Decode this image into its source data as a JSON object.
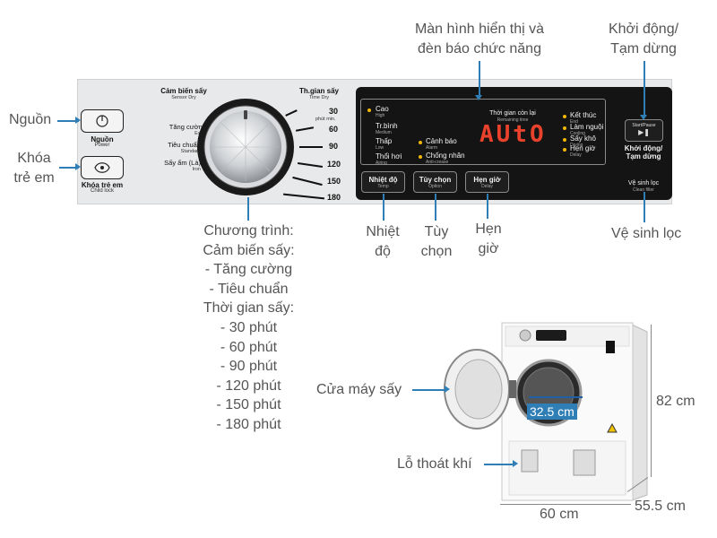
{
  "callouts": {
    "power": "Nguồn",
    "child_lock": [
      "Khóa",
      "trẻ em"
    ],
    "display": [
      "Màn hình hiển thị và",
      "đèn báo chức năng"
    ],
    "start_pause": [
      "Khởi động/",
      "Tạm dừng"
    ],
    "filter_clean": "Vệ sinh lọc",
    "temperature": [
      "Nhiệt",
      "độ"
    ],
    "option": [
      "Tùy",
      "chọn"
    ],
    "delay": [
      "Hẹn",
      "giờ"
    ],
    "program": [
      "Chương trình:",
      "Cảm biến sấy:",
      "- Tăng cường",
      "- Tiêu chuẩn",
      "Thời gian sấy:",
      "- 30 phút",
      "- 60 phút",
      "- 90 phút",
      "- 120 phút",
      "- 150 phút",
      "- 180 phút"
    ],
    "door": "Cửa máy sấy",
    "vent": "Lỗ thoát khí"
  },
  "panel": {
    "power_label": "Nguồn",
    "power_sub": "Power",
    "lock_label": "Khóa trẻ em",
    "lock_sub": "Child lock",
    "sensor_title": "Cảm biến sấy",
    "sensor_sub": "Sensor Dry",
    "time_title": "Th.gian sấy",
    "time_sub": "Time Dry",
    "sensor_items": [
      {
        "label": "Tăng cường",
        "sub": "Extra"
      },
      {
        "label": "Tiêu chuẩn",
        "sub": "Standard"
      },
      {
        "label": "Sấy ẩm (Là)",
        "sub": "Iron"
      }
    ],
    "time_items": [
      "30",
      "60",
      "90",
      "120",
      "150",
      "180"
    ],
    "time_unit": "phút min.",
    "display_text": "AUtO",
    "remaining_label": "Thời gian còn lại",
    "remaining_sub": "Remaining time",
    "temp_levels": [
      {
        "label": "Cao",
        "sub": "High"
      },
      {
        "label": "Tr.bình",
        "sub": "Medium"
      },
      {
        "label": "Thấp",
        "sub": "Low"
      },
      {
        "label": "Thổi hơi",
        "sub": "Airing"
      }
    ],
    "options": [
      {
        "label": "Cảnh báo",
        "sub": "Alarm"
      },
      {
        "label": "Chống nhăn",
        "sub": "Anti-crease"
      }
    ],
    "status_items": [
      {
        "label": "Kết thúc",
        "sub": "End"
      },
      {
        "label": "Làm nguội",
        "sub": "Cooling"
      },
      {
        "label": "Sấy khô",
        "sub": "Drying"
      },
      {
        "label": "Hẹn giờ",
        "sub": "Delay"
      }
    ],
    "btn_temp": "Nhiệt độ",
    "btn_temp_sub": "Temp",
    "btn_option": "Tùy chọn",
    "btn_option_sub": "Option",
    "btn_delay": "Hẹn giờ",
    "btn_delay_sub": "Delay",
    "start_label": "Start/Pause",
    "start_text": [
      "Khởi động/",
      "Tạm dừng"
    ],
    "filter_label": "Vệ sinh lọc",
    "filter_sub": "Clean filter"
  },
  "dimensions": {
    "height": "82 cm",
    "width": "60 cm",
    "depth": "55.5 cm",
    "door_diameter": "32.5 cm"
  },
  "colors": {
    "callout_line": "#2f7fb6",
    "display_bg": "#141414",
    "led": "#f2b705",
    "segment": "#e8412c",
    "dimension_badge": "#2f7fb6"
  }
}
